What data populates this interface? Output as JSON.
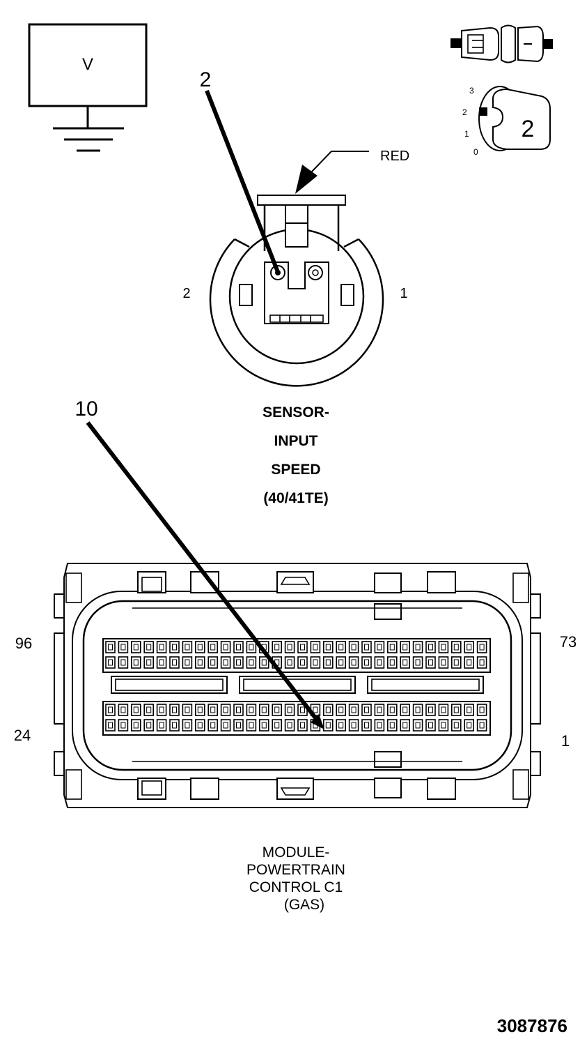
{
  "meter_label": "V",
  "probe_a_label": "2",
  "probe_b_label": "10",
  "key_number": "2",
  "key_scale": [
    "3",
    "2",
    "1",
    "0"
  ],
  "wire_color": "RED",
  "sensor": {
    "pin_left": "2",
    "pin_right": "1",
    "title_lines": [
      "SENSOR-",
      "INPUT",
      "SPEED",
      "(40/41TE)"
    ]
  },
  "module": {
    "pin_top_left": "96",
    "pin_top_right": "73",
    "pin_bottom_left": "24",
    "pin_bottom_right": "1",
    "title_lines": [
      "MODULE-",
      "POWERTRAIN",
      "CONTROL C1",
      "(GAS)"
    ]
  },
  "figure_id": "3087876"
}
